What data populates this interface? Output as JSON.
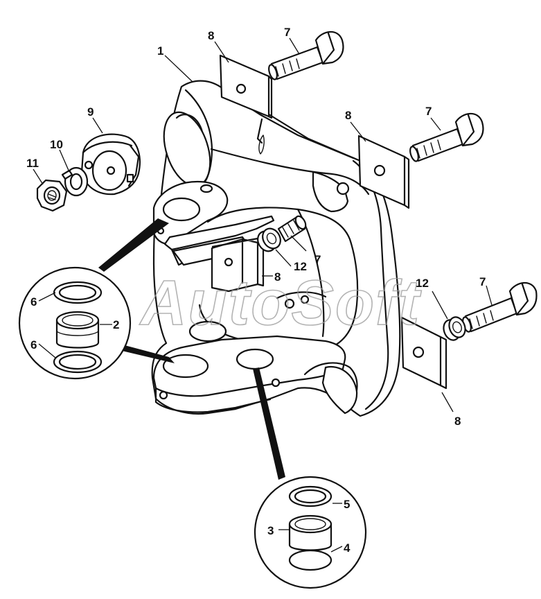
{
  "watermark": "AutoSoft",
  "callouts": {
    "c1": "1",
    "c2": "2",
    "c3": "3",
    "c4": "4",
    "c5": "5",
    "c6a": "6",
    "c6b": "6",
    "c7a": "7",
    "c7b": "7",
    "c7c": "7",
    "c7d": "7",
    "c8a": "8",
    "c8b": "8",
    "c8c": "8",
    "c8d": "8",
    "c9": "9",
    "c10": "10",
    "c11": "11",
    "c12a": "12",
    "c12b": "12"
  }
}
